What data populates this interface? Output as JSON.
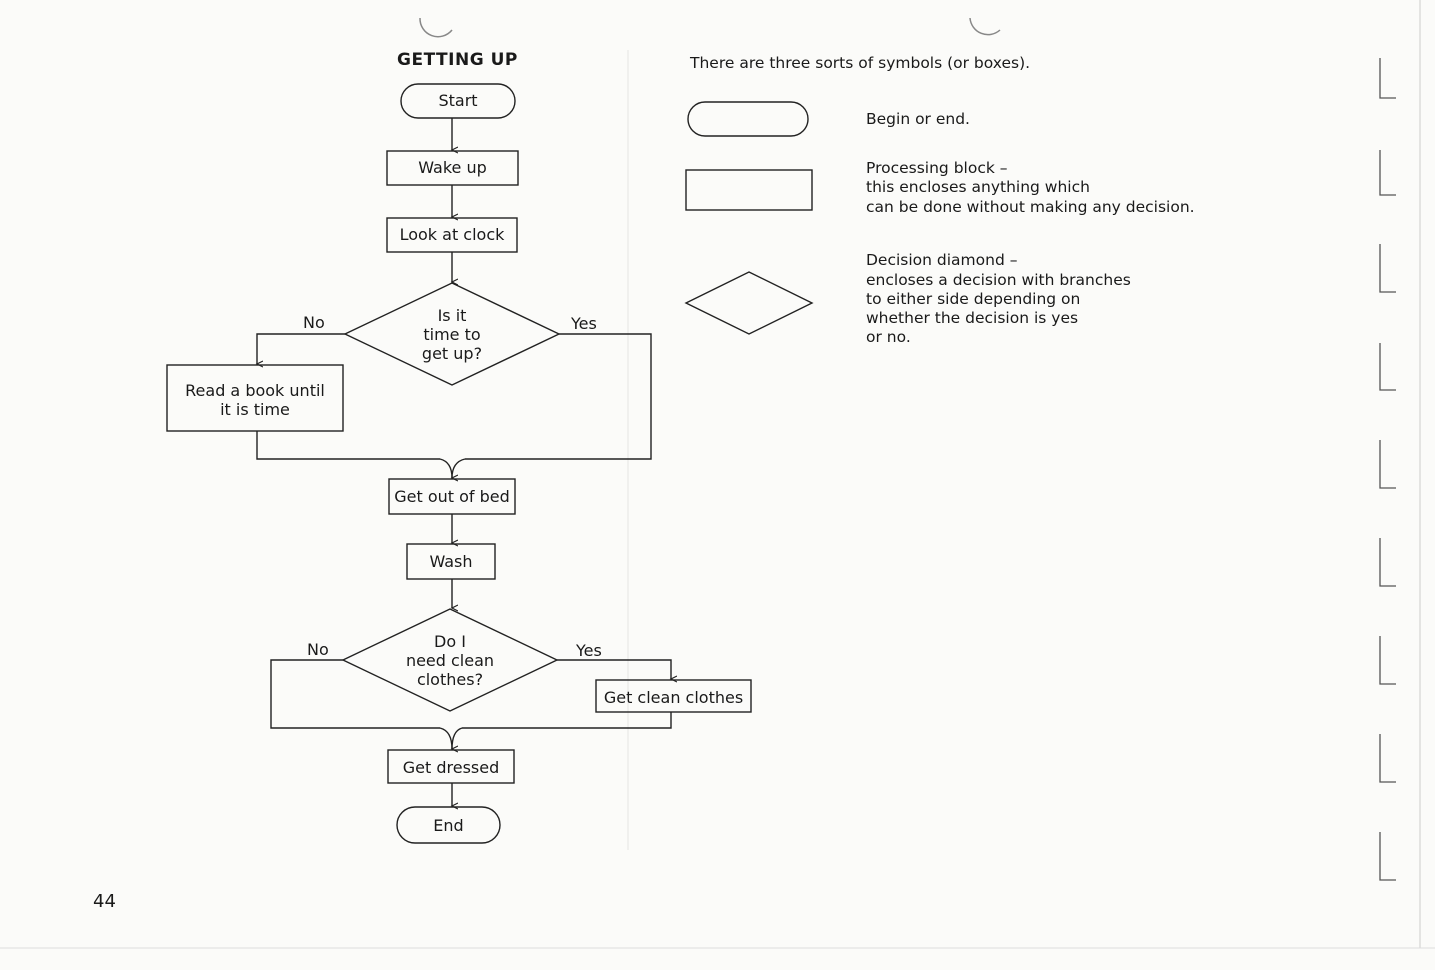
{
  "page_number": "44",
  "flowchart": {
    "title": "GETTING UP",
    "nodes": {
      "start": "Start",
      "wake_up": "Wake up",
      "look_clock": "Look at clock",
      "decision_time": [
        "Is it",
        "time to",
        "get up?"
      ],
      "read_book": [
        "Read a book until",
        "it is time"
      ],
      "get_out_bed": "Get out of bed",
      "wash": "Wash",
      "decision_clothes": [
        "Do I",
        "need clean",
        "clothes?"
      ],
      "get_clean_clothes": "Get clean clothes",
      "get_dressed": "Get dressed",
      "end": "End"
    },
    "branch_labels": {
      "time_no": "No",
      "time_yes": "Yes",
      "clothes_no": "No",
      "clothes_yes": "Yes"
    }
  },
  "legend": {
    "intro": "There are three sorts of symbols (or boxes).",
    "terminal": [
      "Begin or end."
    ],
    "process": [
      "Processing block –",
      "this encloses anything which",
      "can be done without making any decision."
    ],
    "decision": [
      "Decision diamond –",
      "encloses a decision with branches",
      "to either side depending on",
      "whether the decision is yes",
      "or no."
    ]
  }
}
